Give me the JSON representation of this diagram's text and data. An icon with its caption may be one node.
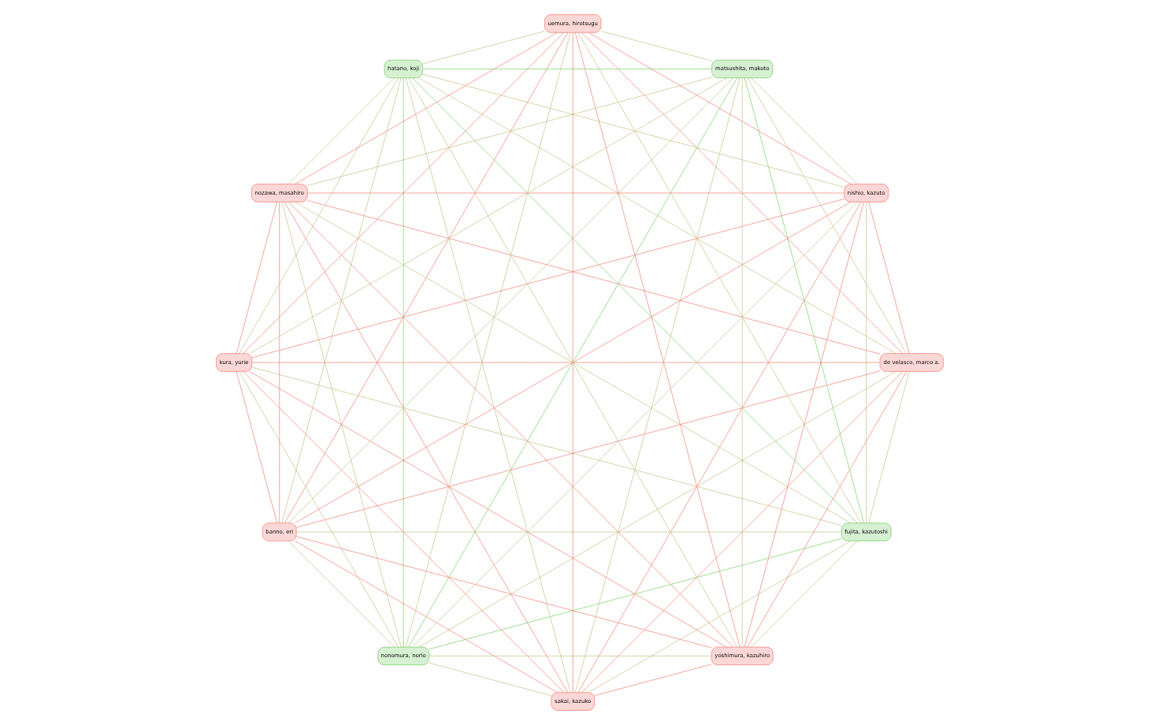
{
  "diagram": {
    "nodes": [
      {
        "text": [
          "fujita, kazutoshi"
        ]
      },
      {
        "text": [
          "de velasco, marco a."
        ]
      },
      {
        "text": [
          "sakai, kazuko"
        ]
      },
      {
        "text": [
          "nonomura, norio"
        ]
      },
      {
        "text": [
          "banno, eri"
        ]
      },
      {
        "text": [
          "kura, yurie"
        ]
      },
      {
        "text": [
          "nozawa, masahiro"
        ]
      },
      {
        "text": [
          "hatano, koji"
        ]
      },
      {
        "text": [
          "uemura, hirotsugu"
        ]
      },
      {
        "text": [
          "matsushita, makoto"
        ]
      },
      {
        "text": [
          "nishio, kazuto"
        ]
      },
      {
        "text": [
          "yoshimura, kazuhiro"
        ]
      }
    ],
    "edges": [
      {
        "from": 0,
        "to": 1,
        "arrow": "none"
      },
      {
        "from": 0,
        "to": 2,
        "arrow": "none"
      },
      {
        "from": 0,
        "to": 3,
        "arrow": "none",
        "color": "#7fd36b"
      },
      {
        "from": 0,
        "to": 4,
        "arrow": "none"
      },
      {
        "from": 0,
        "to": 5,
        "arrow": "none"
      },
      {
        "from": 0,
        "to": 6,
        "arrow": "none"
      },
      {
        "from": 0,
        "to": 7,
        "arrow": "none",
        "color": "#7fd36b"
      },
      {
        "from": 0,
        "to": 8,
        "arrow": "none"
      },
      {
        "from": 0,
        "to": 9,
        "arrow": "none",
        "color": "#7fd36b"
      },
      {
        "from": 0,
        "to": 10,
        "arrow": "none"
      },
      {
        "from": 0,
        "to": 11,
        "arrow": "none"
      },
      {
        "from": 1,
        "to": 2,
        "arrow": "none",
        "color": "#f4867c"
      },
      {
        "from": 1,
        "to": 3,
        "arrow": "none"
      },
      {
        "from": 1,
        "to": 4,
        "arrow": "none",
        "color": "#f4867c"
      },
      {
        "from": 1,
        "to": 5,
        "arrow": "none",
        "color": "#f4867c"
      },
      {
        "from": 1,
        "to": 6,
        "arrow": "none",
        "color": "#f4867c"
      },
      {
        "from": 1,
        "to": 7,
        "arrow": "none"
      },
      {
        "from": 1,
        "to": 8,
        "arrow": "none",
        "color": "#f4867c"
      },
      {
        "from": 1,
        "to": 9,
        "arrow": "none"
      },
      {
        "from": 1,
        "to": 10,
        "arrow": "none",
        "color": "#f4867c"
      },
      {
        "from": 1,
        "to": 11,
        "arrow": "none",
        "color": "#f4867c"
      },
      {
        "from": 2,
        "to": 3,
        "arrow": "none"
      },
      {
        "from": 2,
        "to": 4,
        "arrow": "none",
        "color": "#f4867c"
      },
      {
        "from": 2,
        "to": 5,
        "arrow": "none",
        "color": "#f4867c"
      },
      {
        "from": 2,
        "to": 6,
        "arrow": "none",
        "color": "#f4867c"
      },
      {
        "from": 2,
        "to": 7,
        "arrow": "none"
      },
      {
        "from": 2,
        "to": 8,
        "arrow": "none",
        "color": "#f4867c"
      },
      {
        "from": 2,
        "to": 9,
        "arrow": "none"
      },
      {
        "from": 2,
        "to": 10,
        "arrow": "none",
        "color": "#f4867c"
      },
      {
        "from": 2,
        "to": 11,
        "arrow": "none",
        "color": "#f4867c"
      },
      {
        "from": 3,
        "to": 4,
        "arrow": "none"
      },
      {
        "from": 3,
        "to": 5,
        "arrow": "none"
      },
      {
        "from": 3,
        "to": 6,
        "arrow": "none"
      },
      {
        "from": 3,
        "to": 7,
        "arrow": "none",
        "color": "#7fd36b"
      },
      {
        "from": 3,
        "to": 8,
        "arrow": "none"
      },
      {
        "from": 3,
        "to": 9,
        "arrow": "none",
        "color": "#7fd36b"
      },
      {
        "from": 3,
        "to": 10,
        "arrow": "none"
      },
      {
        "from": 3,
        "to": 11,
        "arrow": "none"
      },
      {
        "from": 4,
        "to": 5,
        "arrow": "none",
        "color": "#f4867c"
      },
      {
        "from": 4,
        "to": 6,
        "arrow": "none",
        "color": "#f4867c"
      },
      {
        "from": 4,
        "to": 7,
        "arrow": "none"
      },
      {
        "from": 4,
        "to": 8,
        "arrow": "none",
        "color": "#f4867c"
      },
      {
        "from": 4,
        "to": 9,
        "arrow": "none"
      },
      {
        "from": 4,
        "to": 10,
        "arrow": "none",
        "color": "#f4867c"
      },
      {
        "from": 4,
        "to": 11,
        "arrow": "none",
        "color": "#f4867c"
      },
      {
        "from": 5,
        "to": 6,
        "arrow": "none",
        "color": "#f4867c"
      },
      {
        "from": 5,
        "to": 7,
        "arrow": "none"
      },
      {
        "from": 5,
        "to": 8,
        "arrow": "none",
        "color": "#f4867c"
      },
      {
        "from": 5,
        "to": 9,
        "arrow": "none"
      },
      {
        "from": 5,
        "to": 10,
        "arrow": "none",
        "color": "#f4867c"
      },
      {
        "from": 5,
        "to": 11,
        "arrow": "none",
        "color": "#f4867c"
      },
      {
        "from": 6,
        "to": 7,
        "arrow": "none"
      },
      {
        "from": 6,
        "to": 8,
        "arrow": "none",
        "color": "#f4867c"
      },
      {
        "from": 6,
        "to": 9,
        "arrow": "none"
      },
      {
        "from": 6,
        "to": 10,
        "arrow": "none",
        "color": "#f4867c"
      },
      {
        "from": 6,
        "to": 11,
        "arrow": "none",
        "color": "#f4867c"
      },
      {
        "from": 7,
        "to": 8,
        "arrow": "none"
      },
      {
        "from": 7,
        "to": 9,
        "arrow": "none",
        "color": "#7fd36b"
      },
      {
        "from": 7,
        "to": 10,
        "arrow": "none"
      },
      {
        "from": 7,
        "to": 11,
        "arrow": "none"
      },
      {
        "from": 8,
        "to": 9,
        "arrow": "none"
      },
      {
        "from": 8,
        "to": 10,
        "arrow": "none",
        "color": "#f4867c"
      },
      {
        "from": 8,
        "to": 11,
        "arrow": "none",
        "color": "#f4867c"
      },
      {
        "from": 9,
        "to": 10,
        "arrow": "none"
      },
      {
        "from": 9,
        "to": 11,
        "arrow": "none"
      },
      {
        "from": 10,
        "to": 11,
        "arrow": "none",
        "color": "#f4867c"
      }
    ]
  }
}
